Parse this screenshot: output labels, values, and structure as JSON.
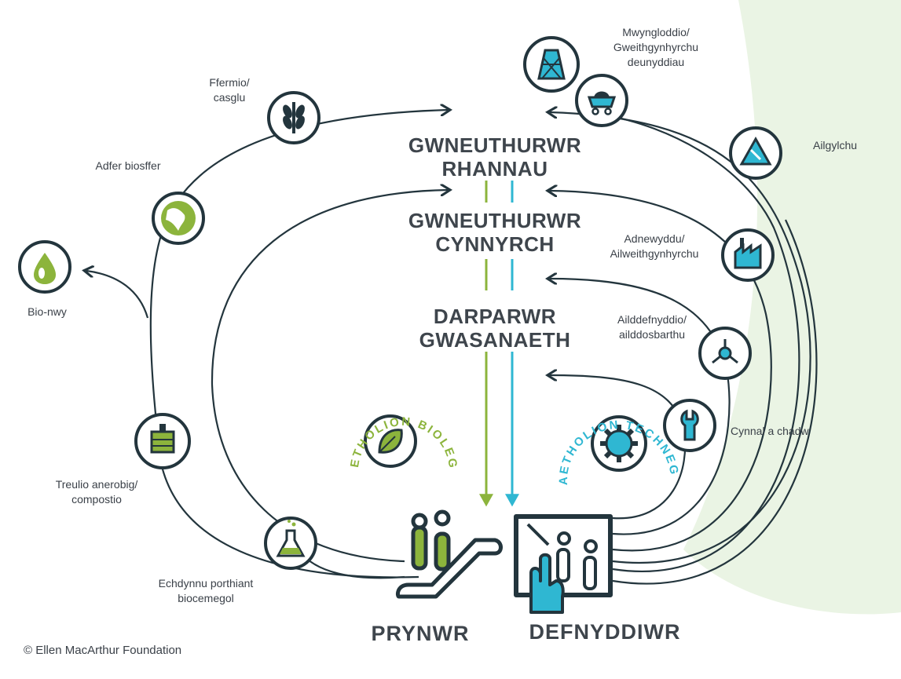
{
  "stages": {
    "parts": "GWNEUTHURWR\nRHANNAU",
    "product": "GWNEUTHURWR\nCYNNYRCH",
    "service": "DARPARWR\nGWASANAETH"
  },
  "bottom": {
    "consumer": "PRYNWR",
    "user": "DEFNYDDIWR"
  },
  "biological": {
    "arc_label": "MAETHOLION BIOLEGOL",
    "farming": "Ffermio/\ncasglu",
    "biosphere": "Adfer biosffer",
    "biogas": "Bio-nwy",
    "anaerobic": "Treulio anerobig/\ncompostio",
    "extraction": "Echdynnu porthiant\nbiocemegol"
  },
  "technical": {
    "arc_label": "MAETHOLION TECHNEGOL",
    "mining": "Mwyngloddio/\nGweithgynhyrchu\ndeunyddiau",
    "recycle": "Ailgylchu",
    "refurbish": "Adnewyddu/\nAilweithgynhyrchu",
    "reuse": "Ailddefnyddio/\nailddosbarthu",
    "maintain": "Cynnal a chadw"
  },
  "copyright": "© Ellen MacArthur Foundation",
  "colors": {
    "outline": "#23353d",
    "bio_green": "#8cb43c",
    "tech_blue": "#2fb7d2",
    "text": "#3e454c",
    "bg_tint": "#e8f3e1"
  }
}
